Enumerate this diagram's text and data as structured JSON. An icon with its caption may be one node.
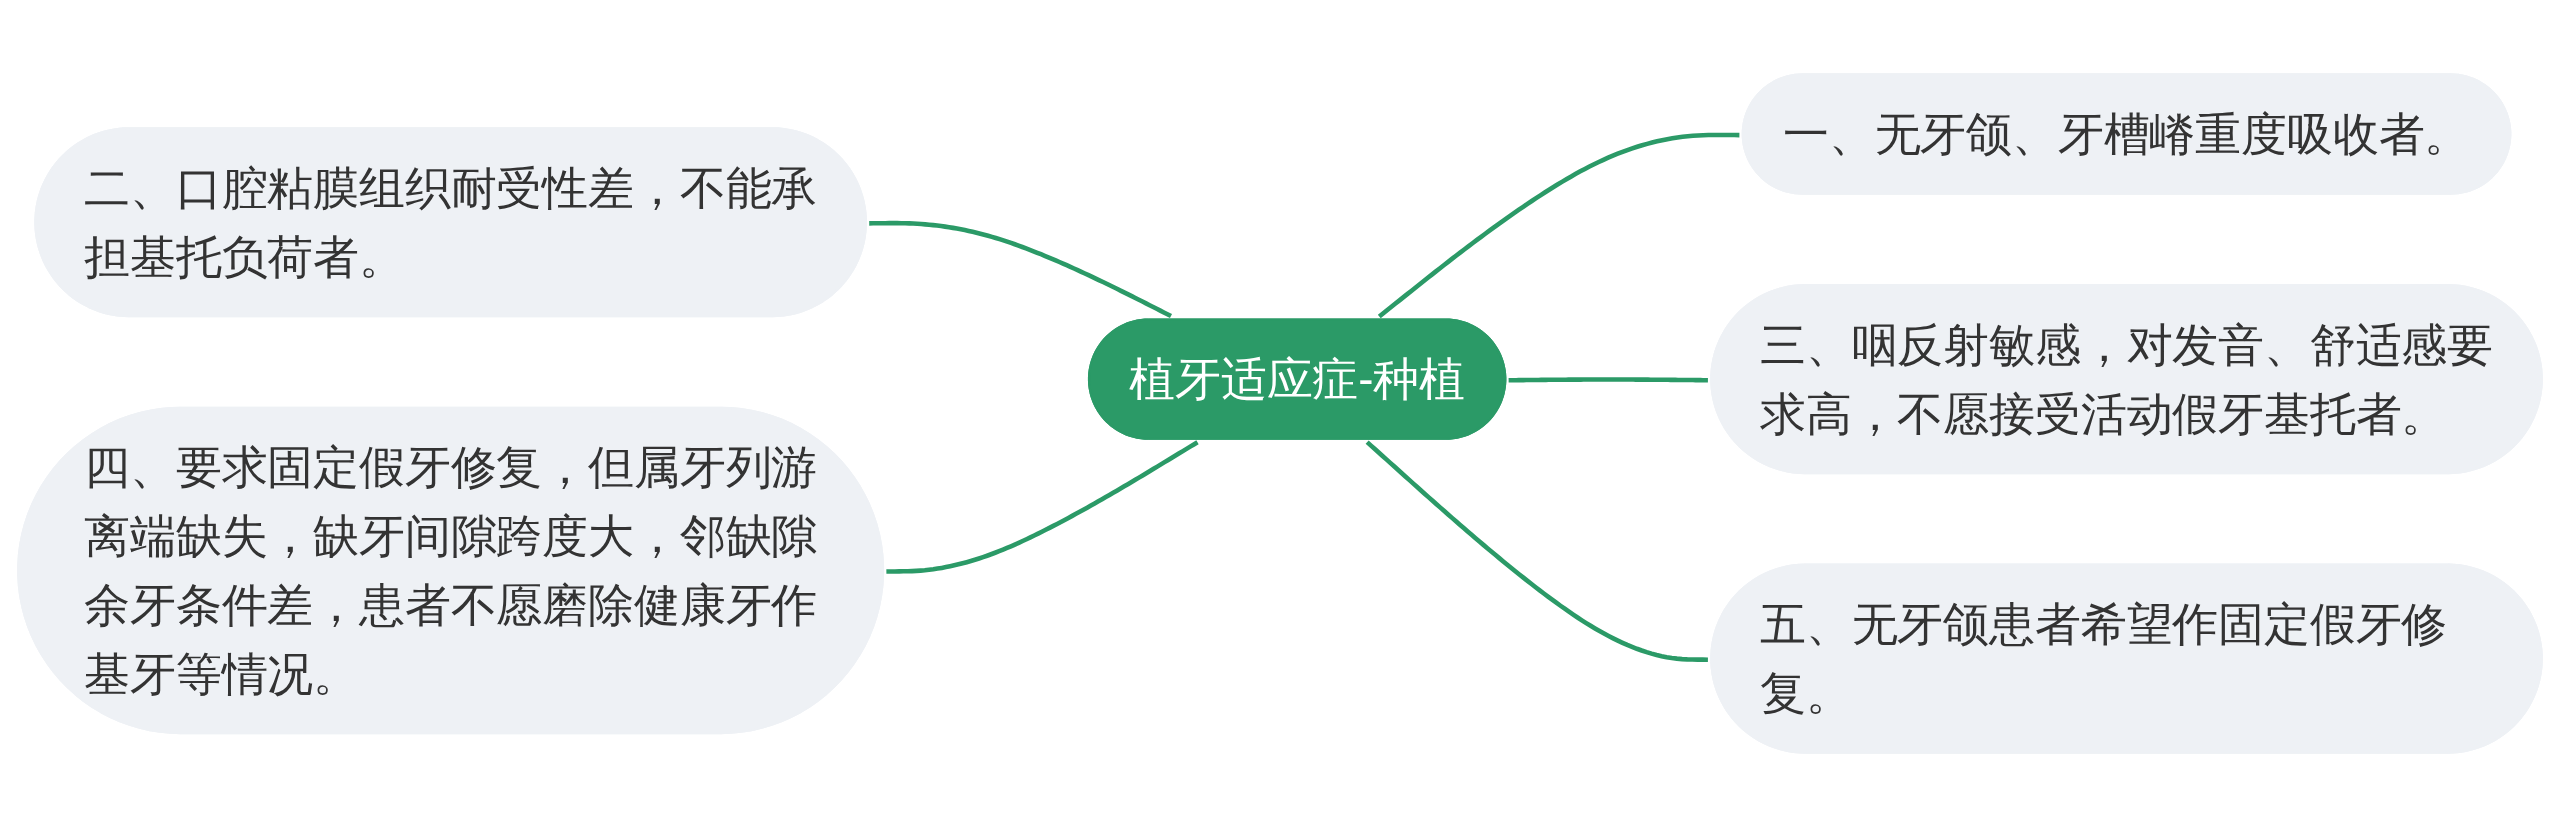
{
  "diagram": {
    "nodes": [
      {
        "text": [
          "植牙适应症-种植"
        ]
      },
      {
        "text": [
          "一、无牙颌、牙槽嵴重度吸收者。"
        ]
      },
      {
        "text": [
          "二、口腔粘膜组织耐受性差，不能承担基托负荷者。"
        ]
      },
      {
        "text": [
          "三、咽反射敏感，对发音、舒适感要求高，不愿接受活动假牙基托者。"
        ]
      },
      {
        "text": [
          "四、要求固定假牙修复，但属牙列游离端缺失，缺牙间隙跨度大，邻缺隙余牙条件差，患者不愿磨除健康牙作基牙等情况。"
        ]
      },
      {
        "text": [
          "五、无牙颌患者希望作固定假牙修复。"
        ]
      }
    ],
    "edges": [
      {
        "from": 0,
        "to": 1,
        "arrow": "none"
      },
      {
        "from": 0,
        "to": 2,
        "arrow": "none"
      },
      {
        "from": 0,
        "to": 3,
        "arrow": "none"
      },
      {
        "from": 0,
        "to": 4,
        "arrow": "none"
      },
      {
        "from": 0,
        "to": 5,
        "arrow": "none"
      }
    ]
  }
}
